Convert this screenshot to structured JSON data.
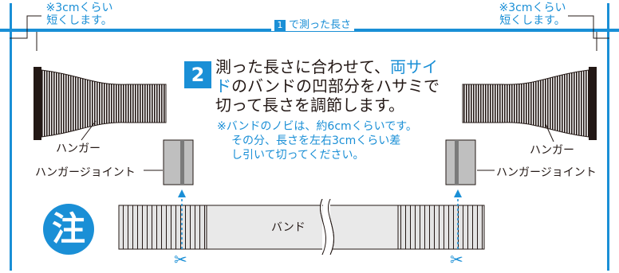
{
  "top_left_note": [
    "※3cmくらい",
    "短くします。"
  ],
  "top_right_note": [
    "※3cmくらい",
    "短くします。"
  ],
  "measure_badge": "1",
  "measure_label": "で測った長さ",
  "step2": {
    "number": "2",
    "line1_a": "測った長さに合わせて、",
    "line1_b": "両サイ",
    "line2_a": "ド",
    "line2_b": "のバンドの凹部分をハサミで",
    "line3": "切って長さを調節します。"
  },
  "sub_note": [
    "※バンドのノビは、約6cmくらいです。",
    "その分、長さを左右3cmくらい差",
    "し引いて切ってください。"
  ],
  "labels": {
    "hanger_left": "ハンガー",
    "hanger_right": "ハンガー",
    "joint_left": "ハンガージョイント",
    "joint_right": "ハンガージョイント",
    "band": "バンド"
  },
  "caution": "注",
  "colors": {
    "accent": "#1a8fd6",
    "text": "#231815"
  }
}
